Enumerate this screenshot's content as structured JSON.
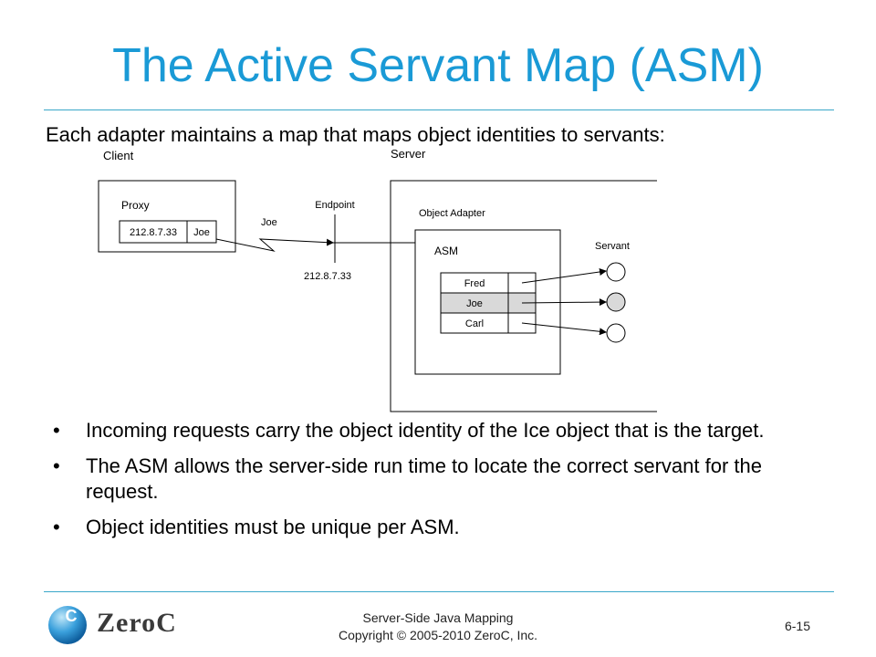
{
  "slide": {
    "title": "The Active Servant Map (ASM)",
    "intro": "Each adapter maintains a map that maps object identities to servants:"
  },
  "diagram": {
    "client_label": "Client",
    "server_label": "Server",
    "proxy_label": "Proxy",
    "proxy_address": "212.8.7.33",
    "proxy_identity": "Joe",
    "request_label": "Joe",
    "endpoint_label": "Endpoint",
    "endpoint_address": "212.8.7.33",
    "object_adapter_label": "Object Adapter",
    "asm_label": "ASM",
    "servant_label": "Servant",
    "asm_entries": [
      "Fred",
      "Joe",
      "Carl"
    ],
    "highlight_color": "#d9d9d9"
  },
  "bullets": [
    "Incoming requests carry the object identity of the Ice object that is the target.",
    "The ASM allows the server-side run time to locate the correct servant for the request.",
    "Object identities must be unique per ASM."
  ],
  "bullet_glyph": "•",
  "footer": {
    "line1": "Server-Side Java Mapping",
    "line2": "Copyright © 2005-2010 ZeroC, Inc.",
    "page": "6-15"
  },
  "logo": {
    "text": "ZeroC",
    "mark": "C"
  }
}
